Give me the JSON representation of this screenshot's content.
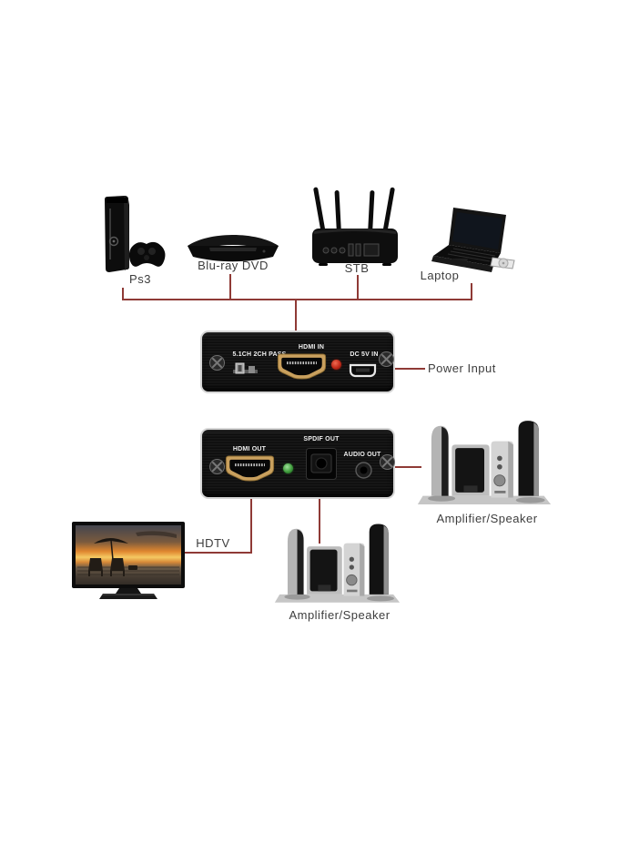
{
  "devices": {
    "ps3": {
      "label": "Ps3"
    },
    "bluray": {
      "label": "Blu-ray DVD"
    },
    "stb": {
      "label": "STB"
    },
    "laptop": {
      "label": "Laptop"
    },
    "hdtv": {
      "label": "HDTV"
    },
    "amp_right": {
      "label": "Amplifier/Speaker"
    },
    "amp_bottom": {
      "label": "Amplifier/Speaker"
    }
  },
  "extractor": {
    "input_panel": {
      "pass_switch": "5.1CH 2CH PASS",
      "hdmi_in": "HDMI IN",
      "dc_in": "DC 5V IN"
    },
    "output_panel": {
      "hdmi_out": "HDMI OUT",
      "spdif_out": "SPDIF OUT",
      "audio_out": "AUDIO OUT"
    }
  },
  "annotations": {
    "power_input": "Power Input"
  },
  "colors": {
    "wire": "#8f3a36",
    "label_text": "#3d3d3d",
    "panel_body": "#101010",
    "panel_border": "#d6d6d6",
    "hdmi_gold": "#c9a05e",
    "led_red": "#c02818",
    "led_green": "#3f9c3c"
  }
}
